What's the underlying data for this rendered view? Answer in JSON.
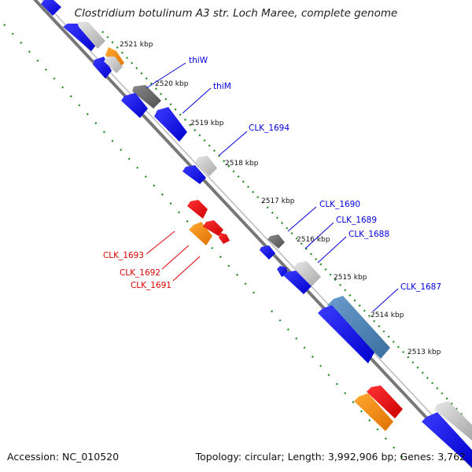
{
  "title": "Clostridium botulinum A3 str. Loch Maree, complete genome",
  "accession": "Accession: NC_010520",
  "summary": "Topology: circular; Length: 3,992,906 bp; Genes: 3,762",
  "kbp_labels": [
    "2521 kbp",
    "2520 kbp",
    "2519 kbp",
    "2518 kbp",
    "2517 kbp",
    "2516 kbp",
    "2515 kbp",
    "2514 kbp",
    "2513 kbp"
  ],
  "gene_labels": {
    "thiW": "thiW",
    "thiM": "thiM",
    "clk1694": "CLK_1694",
    "clk1690": "CLK_1690",
    "clk1689": "CLK_1689",
    "clk1688": "CLK_1688",
    "clk1687": "CLK_1687",
    "clk1693": "CLK_1693",
    "clk1692": "CLK_1692",
    "clk1691": "CLK_1691"
  },
  "colors": {
    "forward_label": "#0000dd",
    "reverse_label": "#dd0000",
    "backbone": "#888888",
    "tick": "#1a8a1a",
    "gene_blue": "#0000ee",
    "gene_steel": "#4a7fb0",
    "gene_gray": "#bbbbbb",
    "gene_dark": "#666666",
    "gene_orange": "#ff8800",
    "gene_red": "#ee0000"
  }
}
